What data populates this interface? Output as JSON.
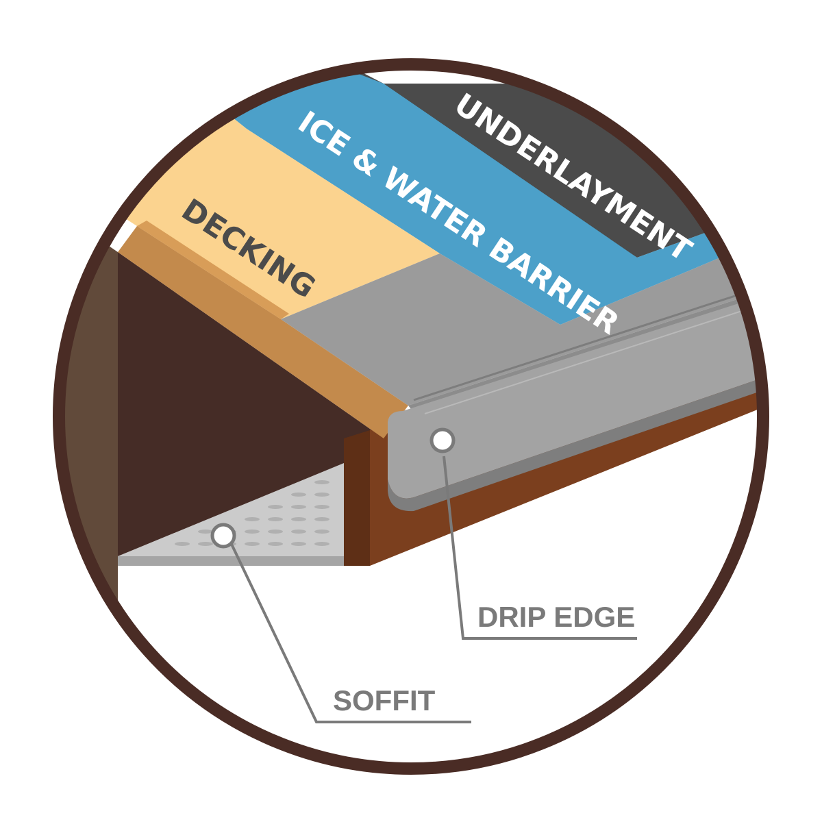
{
  "labels": {
    "underlayment": "UNDERLAYMENT",
    "ice_water_barrier": "ICE & WATER BARRIER",
    "decking": "DECKING",
    "drip_edge": "DRIP EDGE",
    "soffit": "SOFFIT"
  },
  "colors": {
    "frame": "#4a2c25",
    "underlayment": "#4b4b4b",
    "ice_water_barrier": "#4ca0c9",
    "decking_top": "#fbd38f",
    "decking_edge": "#c38a4c",
    "drip_edge": "#9b9b9b",
    "fascia": "#7b3f1e",
    "soffit": "#cbcbcb",
    "wall_dark": "#452c26",
    "wall_left": "#614a3a",
    "callout_line": "#7a7a7a",
    "label_dark": "#4b4b4b",
    "label_light": "#ffffff"
  }
}
